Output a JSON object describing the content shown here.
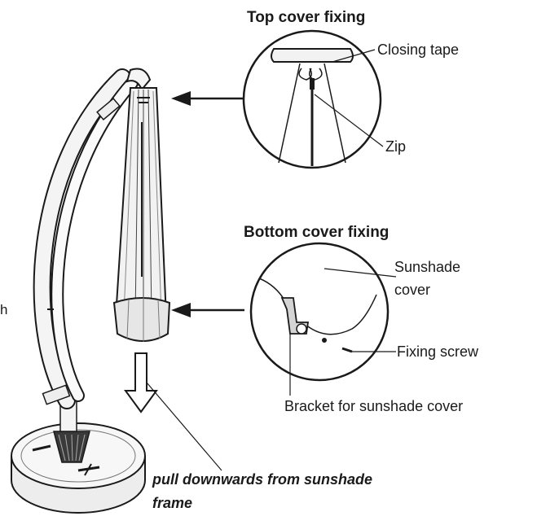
{
  "top_cover_title": "Top cover fixing",
  "bottom_cover_title": "Bottom cover fixing",
  "labels": {
    "closing_tape": "Closing tape",
    "zip": "Zip",
    "sunshade_cover_line1": "Sunshade",
    "sunshade_cover_line2": "cover",
    "fixing_screw": "Fixing screw",
    "bracket": "Bracket for sunshade cover",
    "pull_line1": "pull downwards from sunshade",
    "pull_line2": "frame",
    "cut_edge": "h"
  },
  "colors": {
    "ink": "#1a1a1a",
    "cover_fill": "#f2f2f2",
    "base_fill": "#ededed"
  }
}
